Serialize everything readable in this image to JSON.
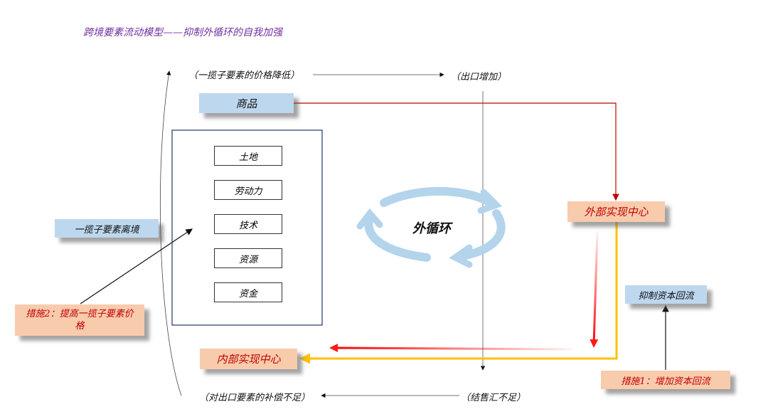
{
  "title": "跨境要素流动模型——抑制外循环的自我加强",
  "top_left_note": "（一揽子要素的价格降低）",
  "top_right_note": "（出口增加）",
  "goods": "商品",
  "factors": [
    "土地",
    "劳动力",
    "技术",
    "资源",
    "资金"
  ],
  "factor_outflow": "一揽子要素离境",
  "measure2": "措施2：提高一揽子要素价格",
  "cycle_label": "外循环",
  "external_center": "外部实现中心",
  "internal_center": "内部实现中心",
  "suppress_capital": "抑制资本回流",
  "measure1": "措施1：增加资本回流",
  "bottom_left_note": "（对出口要素的补偿不足）",
  "bottom_right_note": "（结售汇不足）",
  "colors": {
    "title": "#7030a0",
    "blue_box": "#bdd7ee",
    "peach_box": "#f8cbad",
    "red_text": "#c00000",
    "red_line": "#c00000",
    "yellow_line": "#ffc000",
    "cycle": "#b4d4ec"
  }
}
